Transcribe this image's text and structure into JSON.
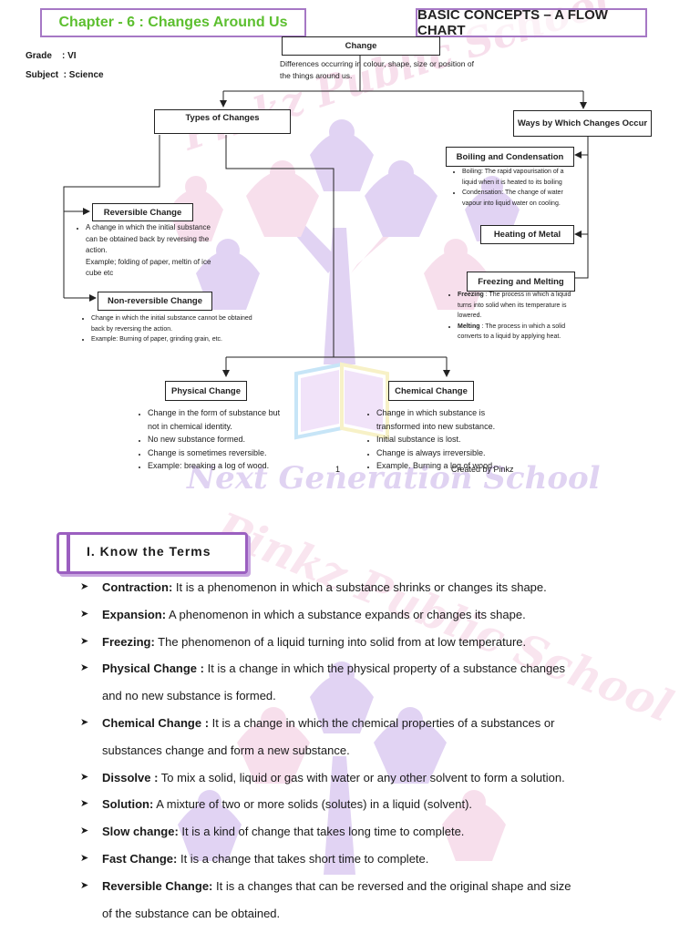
{
  "header": {
    "chapter_title": "Chapter - 6 : Changes Around Us",
    "flowchart_heading": "BASIC CONCEPTS – A FLOW CHART",
    "grade_label": "Grade    : VI",
    "subject_label": "Subject  : Science"
  },
  "watermark": {
    "school_name": "Pinkz Public School",
    "tagline": "Next Generation School"
  },
  "flowchart": {
    "change": {
      "title": "Change",
      "definition": "Differences occurring in colour, shape, size or position of the things around us."
    },
    "types_of_changes": "Types of Changes",
    "ways_changes_occur": "Ways by Which Changes Occur",
    "reversible": {
      "title": "Reversible Change",
      "lines": [
        "A change in which the initial substance can be obtained back by reversing the action.",
        "Example; folding of paper,  meltin of ice cube etc"
      ]
    },
    "non_reversible": {
      "title": "Non-reversible Change",
      "lines": [
        "Change in which the initial substance  cannot be obtained back by reversing the action.",
        "Example: Burning of paper, grinding grain, etc."
      ]
    },
    "boiling": {
      "title": "Boiling and Condensation",
      "lines": [
        "Boiling: The rapid vapourisation of a liquid when it is heated to its boiling",
        "Condensation: The change of water vapour into liquid water on cooling."
      ]
    },
    "heating": {
      "title": "Heating of Metal"
    },
    "freezing": {
      "title": "Freezing and Melting",
      "freezing_term": "Freezing",
      "freezing_text": " : The process in which a liquid turns into solid when its temperature is lowered.",
      "melting_term": "Melting",
      "melting_text": " : The process in which a solid converts to a liquid by applying heat."
    },
    "physical": {
      "title": "Physical Change",
      "lines": [
        "Change in the form of substance but not in chemical identity.",
        "No new substance formed.",
        "Change is sometimes reversible.",
        "Example: breaking a log of wood."
      ]
    },
    "chemical": {
      "title": "Chemical Change",
      "lines": [
        "Change in which substance is transformed into new substance.",
        "Initial substance is lost.",
        "Change is always irreversible.",
        "Example. Burning a log of wood."
      ]
    },
    "page_number": "1",
    "credit": "Created by Pinkz"
  },
  "terms_section": {
    "heading": "I. Know the Terms",
    "items": [
      {
        "term": "Contraction:",
        "text": " It is a phenomenon in which a substance shrinks or changes its shape."
      },
      {
        "term": "Expansion:",
        "text": " A phenomenon in which a substance expands or changes its shape."
      },
      {
        "term": "Freezing:",
        "text": " The phenomenon of a liquid turning into solid from at low temperature."
      },
      {
        "term": "Physical Change :",
        "text": " It is a change in which the physical property of a substance changes",
        "cont": "and no new substance is formed."
      },
      {
        "term": "Chemical Change :",
        "text": " It is a change in which the chemical properties of a substances or",
        "cont": "substances change and form a new substance."
      },
      {
        "term": "Dissolve :",
        "text": " To mix a solid, liquid or gas with water or any other solvent to form a solution."
      },
      {
        "term": "Solution:",
        "text": " A mixture of two or more solids (solutes) in a liquid (solvent)."
      },
      {
        "term": "Slow change:",
        "text": " It is a kind of change that takes long time to complete."
      },
      {
        "term": "Fast Change:",
        "text": " It is a change that takes short time to complete."
      },
      {
        "term": "Reversible Change:",
        "text": " It is a changes that can be reversed and the original shape and size",
        "cont": "of the substance can be obtained."
      }
    ]
  },
  "colors": {
    "chapter_green": "#5cbf2f",
    "frame_purple": "#a678c5",
    "watermark_pink": "#f2c6dd",
    "watermark_violet": "#c9b0ea"
  }
}
